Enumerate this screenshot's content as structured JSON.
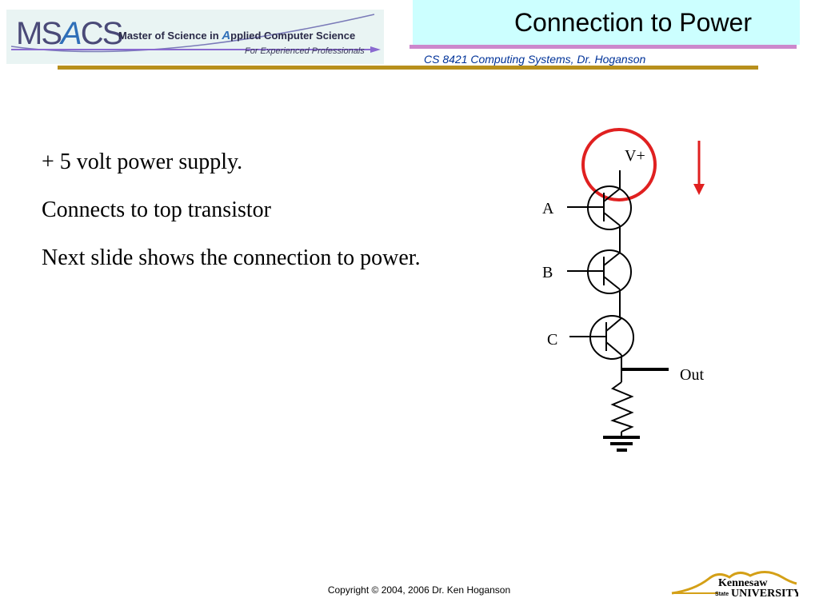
{
  "header": {
    "logo_ms": "MS",
    "logo_a": "A",
    "logo_cs": "CS",
    "logo_tagline_1": "Master of Science in ",
    "logo_tagline_a": "A",
    "logo_tagline_2": "pplied Computer Science",
    "logo_subtitle": "For Experienced Professionals",
    "title": "Connection to Power",
    "course": "CS 8421 Computing Systems, Dr. Hoganson"
  },
  "bullets": [
    "+ 5 volt power supply.",
    "Connects to top transistor",
    "Next slide shows the connection to power."
  ],
  "circuit": {
    "vplus_label": "V+",
    "input_a": "A",
    "input_b": "B",
    "input_c": "C",
    "output_label": "Out"
  },
  "footer": {
    "copyright": "Copyright © 2004, 2006 Dr. Ken Hoganson"
  },
  "university_logo": {
    "name_1": "Kennesaw",
    "name_2": "State",
    "name_3": "UNIVERSITY"
  },
  "colors": {
    "title_bg": "#ccffff",
    "title_rule": "#cc88cc",
    "main_rule": "#b8901c",
    "course_text": "#003399",
    "highlight": "#e02020"
  }
}
